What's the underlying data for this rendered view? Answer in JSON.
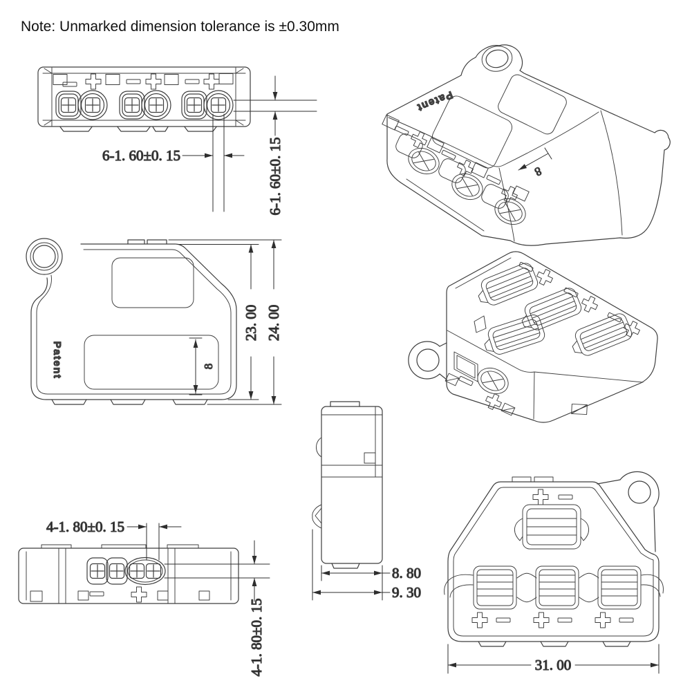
{
  "note": "Note: Unmarked dimension tolerance is ±0.30mm",
  "labels": {
    "patent_plan": "Patent",
    "patent_iso": "Patent"
  },
  "dimensions": {
    "front_hole_width": "6-1. 60±0. 15",
    "front_hole_height": "6-1. 60±0. 15",
    "plan_recess_depth": "8",
    "iso_recess_depth": "8",
    "plan_body_height": "23. 00",
    "plan_overall_height": "24. 00",
    "side_body_thickness": "8. 80",
    "side_overall_thickness": "9. 30",
    "back_hole_width": "4-1. 80±0. 15",
    "back_hole_height": "4-1. 80±0. 15",
    "rear_overall_width": "31. 00"
  }
}
